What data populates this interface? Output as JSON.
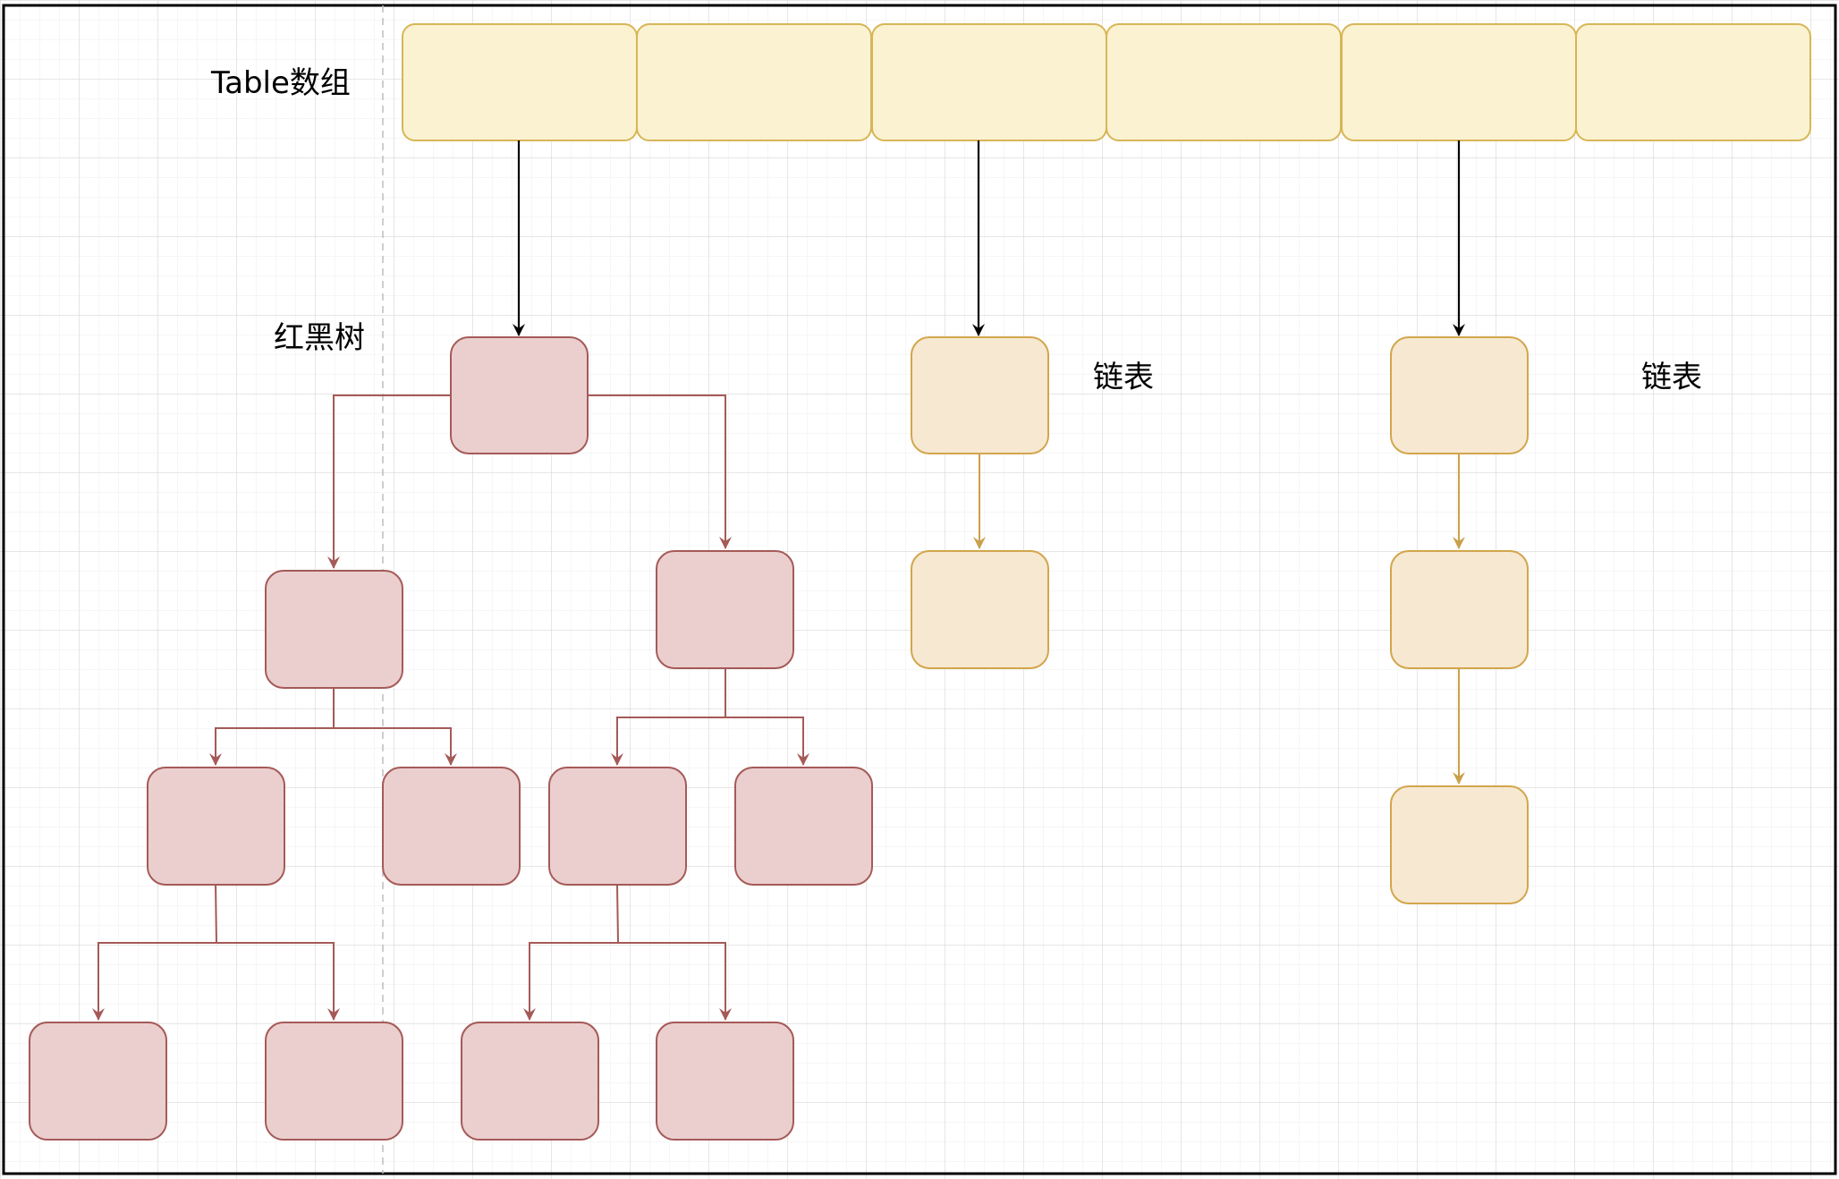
{
  "labels": {
    "table_array": "Table数组",
    "red_black_tree": "红黑树",
    "linked_list_1": "链表",
    "linked_list_2": "链表"
  },
  "colors": {
    "background": "#ffffff",
    "grid_minor": "#ececec",
    "grid_major": "#d6d6d6",
    "frame": "#000000",
    "table_fill": "#fbf2d2",
    "table_stroke": "#d7b656",
    "tree_fill": "#ebcfcf",
    "tree_stroke": "#a55a58",
    "list_fill": "#f7e8d2",
    "list_stroke": "#d2a64b",
    "black_arrow": "#000000",
    "tree_arrow": "#a55a58",
    "list_arrow": "#c9a04a",
    "dashed_divider": "#bdbdbd"
  },
  "structure": {
    "table_cells": 6,
    "tree_nodes": 11,
    "list_1_nodes": 2,
    "list_2_nodes": 3
  }
}
